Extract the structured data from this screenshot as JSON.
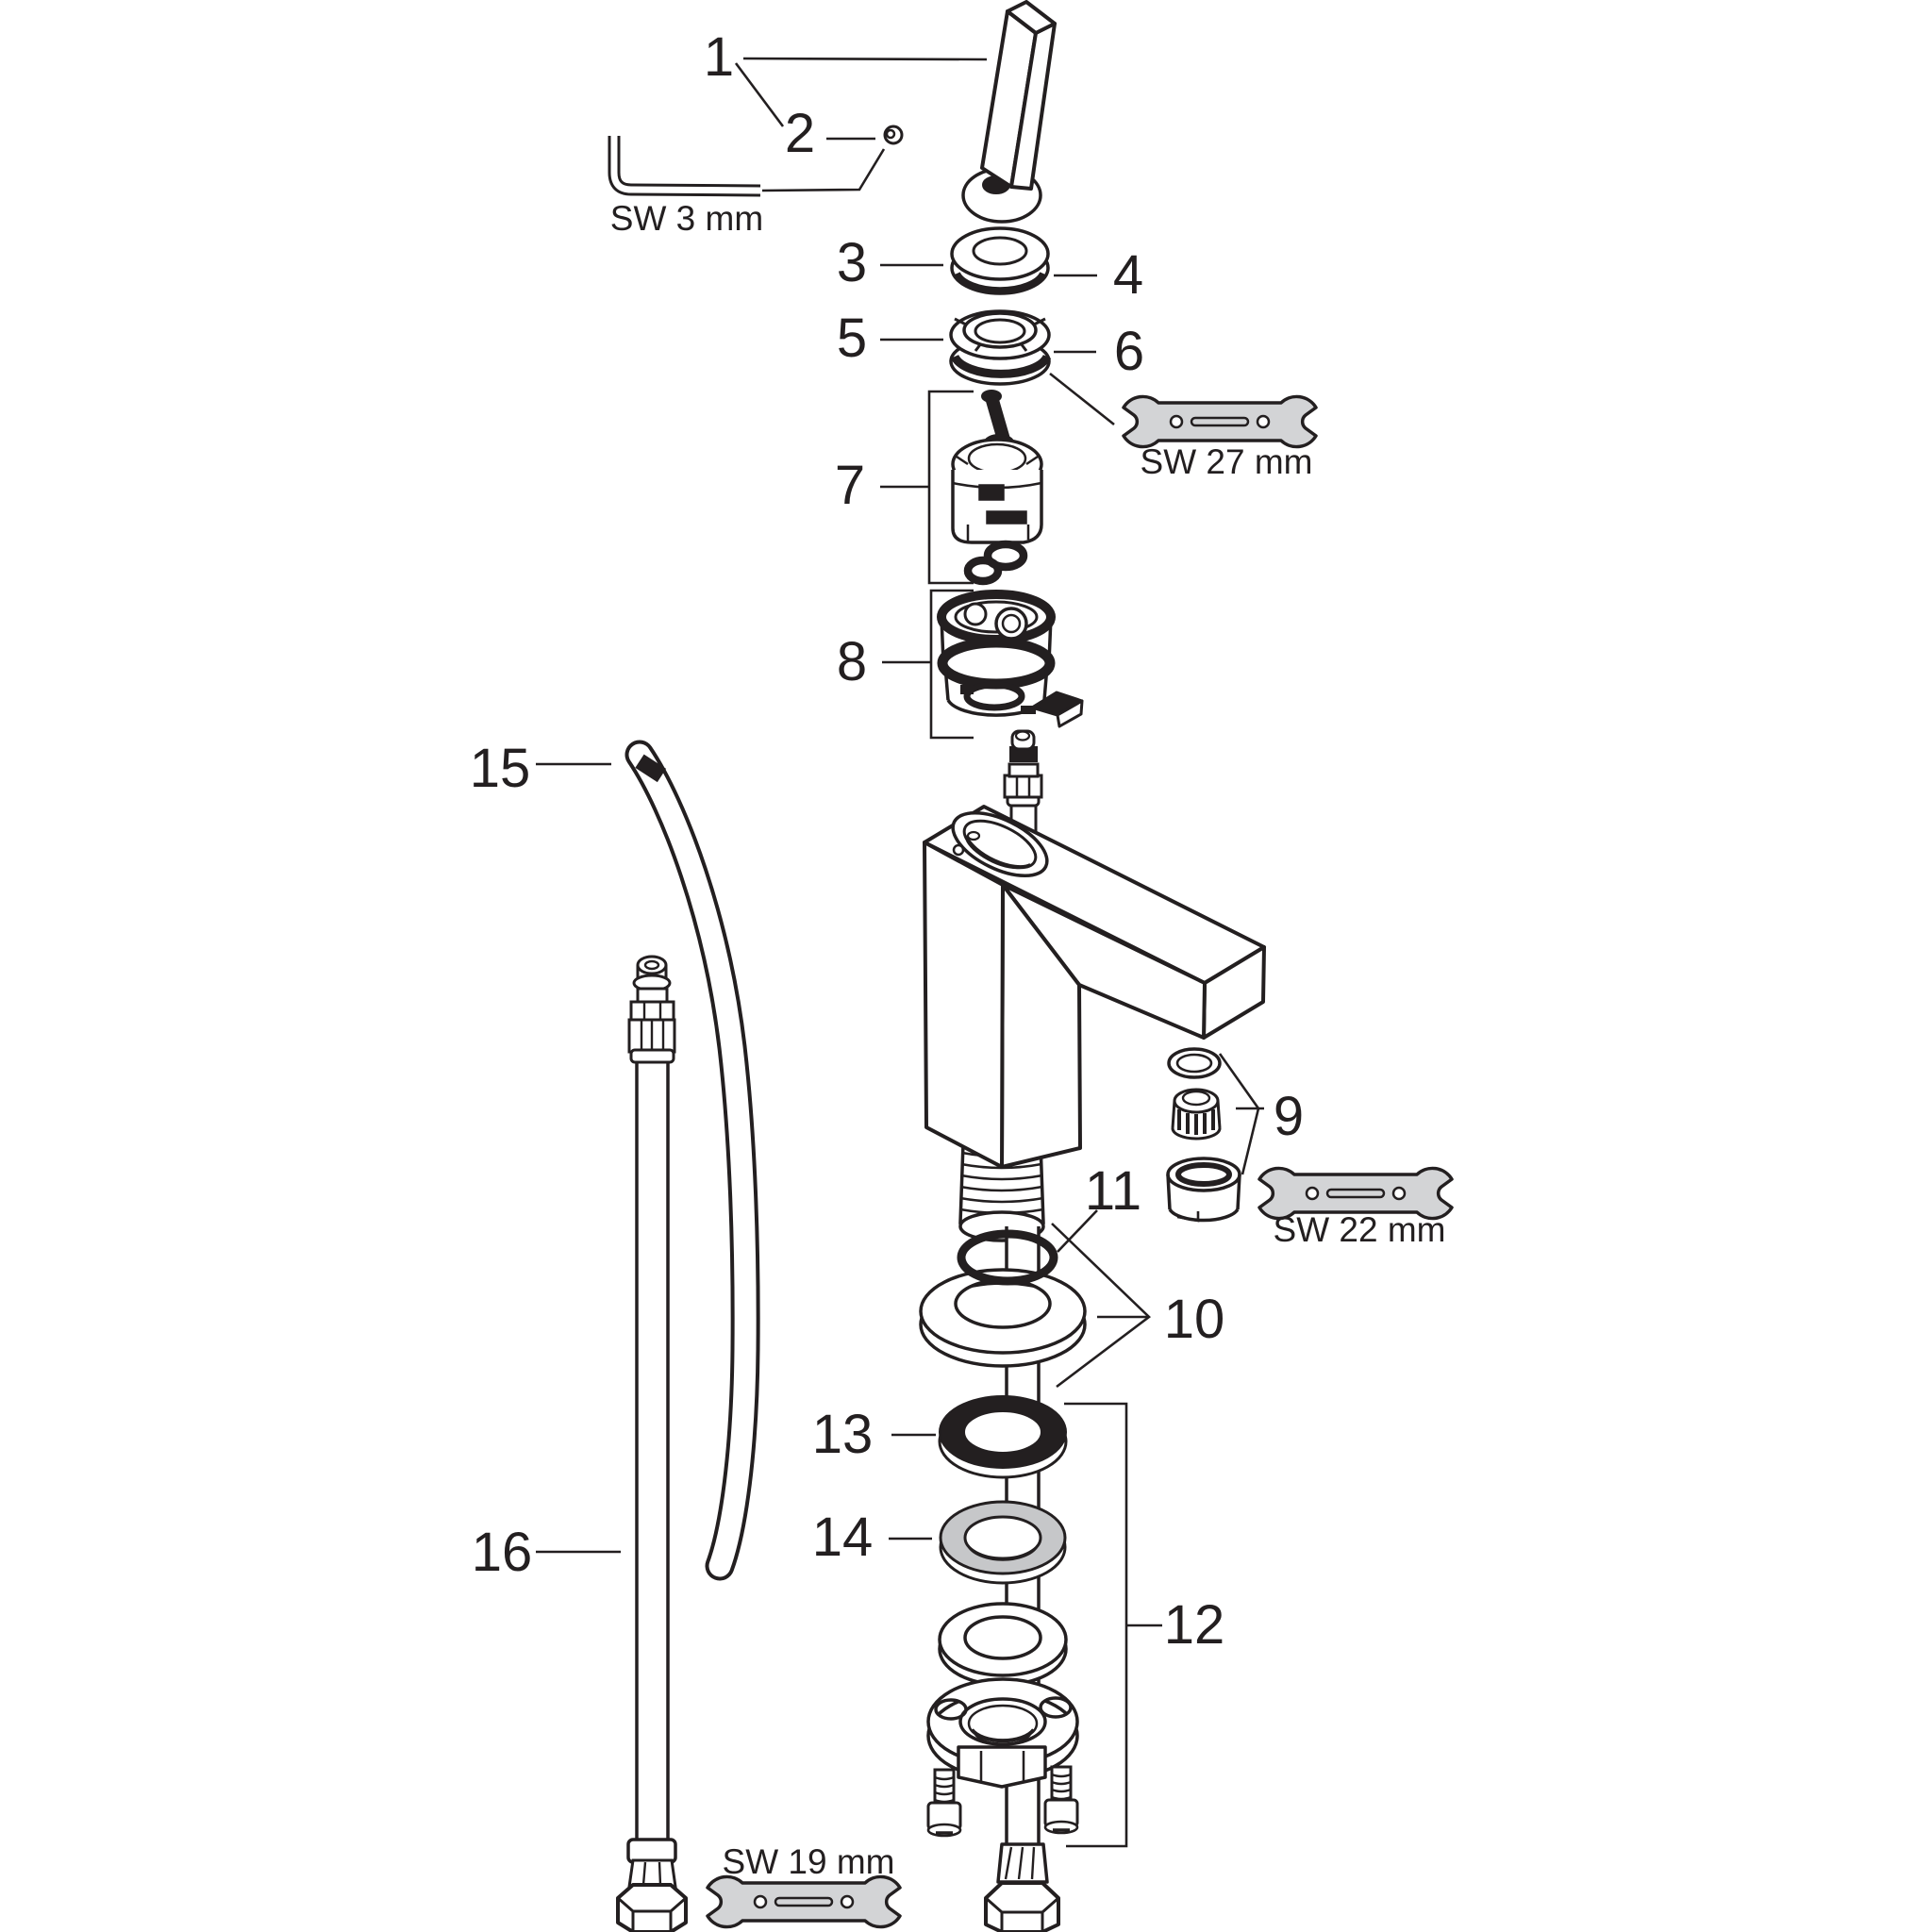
{
  "figure": {
    "type": "exploded-parts-diagram",
    "subject": "Single-lever basin mixer faucet spare parts"
  },
  "callouts": [
    {
      "label": "1"
    },
    {
      "label": "2"
    },
    {
      "label": "3"
    },
    {
      "label": "4"
    },
    {
      "label": "5"
    },
    {
      "label": "6"
    },
    {
      "label": "7"
    },
    {
      "label": "8"
    },
    {
      "label": "9"
    },
    {
      "label": "10"
    },
    {
      "label": "11"
    },
    {
      "label": "12"
    },
    {
      "label": "13"
    },
    {
      "label": "14"
    },
    {
      "label": "15"
    },
    {
      "label": "16"
    }
  ],
  "tools": {
    "allen_key": {
      "label": "SW 3 mm"
    },
    "wrench_27": {
      "label": "SW 27 mm"
    },
    "wrench_22": {
      "label": "SW 22 mm"
    },
    "wrench_19": {
      "label": "SW 19 mm"
    }
  },
  "colors": {
    "line": "#231f20",
    "tool_gray": "#d3d4d6",
    "seal_gray": "#c6c7c9",
    "paper": "#ffffff"
  }
}
